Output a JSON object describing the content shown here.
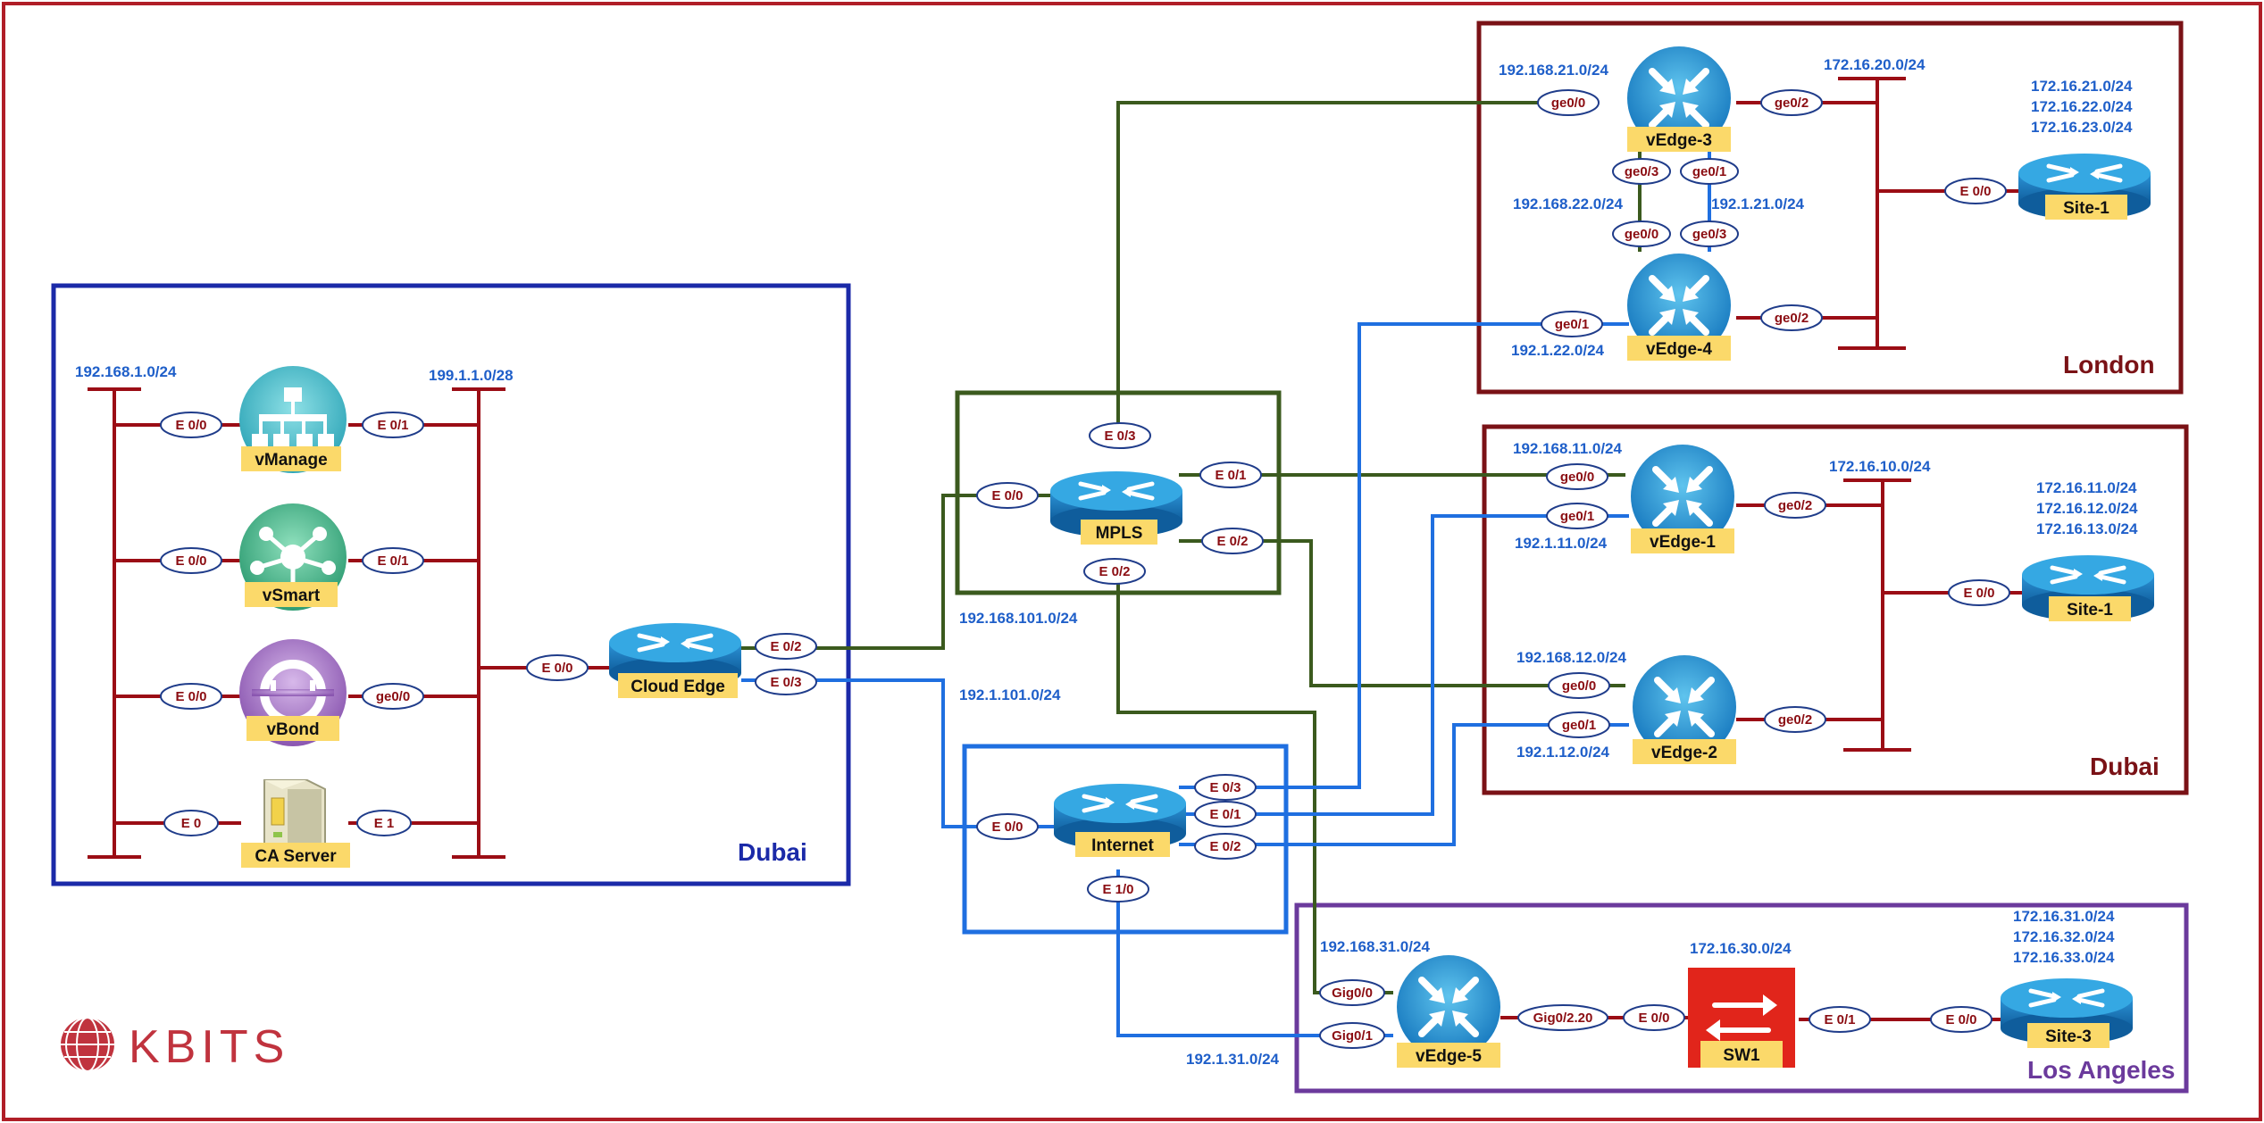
{
  "regions": {
    "dubai_left": "Dubai",
    "london": "London",
    "dubai_right": "Dubai",
    "los_angeles": "Los Angeles"
  },
  "logo_text": "KBITS",
  "devices": {
    "vmanage": "vManage",
    "vsmart": "vSmart",
    "vbond": "vBond",
    "ca_server": "CA Server",
    "cloud_edge": "Cloud Edge",
    "mpls": "MPLS",
    "internet": "Internet",
    "vedge3": "vEdge-3",
    "vedge4": "vEdge-4",
    "site1_london": "Site-1",
    "vedge1": "vEdge-1",
    "vedge2": "vEdge-2",
    "site1_dubai": "Site-1",
    "vedge5": "vEdge-5",
    "sw1": "SW1",
    "site3": "Site-3"
  },
  "subnets": {
    "s_192_168_1": "192.168.1.0/24",
    "s_199_1_1": "199.1.1.0/28",
    "s_192_168_101": "192.168.101.0/24",
    "s_192_1_101": "192.1.101.0/24",
    "s_192_168_21": "192.168.21.0/24",
    "s_172_16_20": "172.16.20.0/24",
    "s_172_16_21": "172.16.21.0/24",
    "s_172_16_22": "172.16.22.0/24",
    "s_172_16_23": "172.16.23.0/24",
    "s_192_168_22": "192.168.22.0/24",
    "s_192_1_21": "192.1.21.0/24",
    "s_192_1_22": "192.1.22.0/24",
    "s_192_168_11": "192.168.11.0/24",
    "s_172_16_10": "172.16.10.0/24",
    "s_172_16_11": "172.16.11.0/24",
    "s_172_16_12": "172.16.12.0/24",
    "s_172_16_13": "172.16.13.0/24",
    "s_192_1_11": "192.1.11.0/24",
    "s_192_168_12": "192.168.12.0/24",
    "s_192_1_12": "192.1.12.0/24",
    "s_192_168_31": "192.168.31.0/24",
    "s_172_16_30": "172.16.30.0/24",
    "s_172_16_31": "172.16.31.0/24",
    "s_172_16_32": "172.16.32.0/24",
    "s_172_16_33": "172.16.33.0/24",
    "s_192_1_31": "192.1.31.0/24"
  },
  "interfaces": {
    "vmanage_l": "E 0/0",
    "vmanage_r": "E 0/1",
    "vsmart_l": "E 0/0",
    "vsmart_r": "E 0/1",
    "vbond_l": "E 0/0",
    "vbond_r": "ge0/0",
    "ca_l": "E 0",
    "ca_r": "E 1",
    "ce_l": "E 0/0",
    "ce_e02": "E 0/2",
    "ce_e03": "E 0/3",
    "mpls_e00": "E 0/0",
    "mpls_e03": "E 0/3",
    "mpls_e01": "E 0/1",
    "mpls_e02r": "E 0/2",
    "mpls_e02b": "E 0/2",
    "inet_e00": "E 0/0",
    "inet_e03": "E 0/3",
    "inet_e01": "E 0/1",
    "inet_e02": "E 0/2",
    "inet_e10": "E 1/0",
    "v3_ge00": "ge0/0",
    "v3_ge02": "ge0/2",
    "v3_ge03": "ge0/3",
    "v3_ge01": "ge0/1",
    "v4_ge00": "ge0/0",
    "v4_ge03": "ge0/3",
    "v4_ge01": "ge0/1",
    "v4_ge02": "ge0/2",
    "site1l_e00": "E 0/0",
    "v1_ge00": "ge0/0",
    "v1_ge01": "ge0/1",
    "v1_ge02": "ge0/2",
    "v2_ge00": "ge0/0",
    "v2_ge01": "ge0/1",
    "v2_ge02": "ge0/2",
    "site1d_e00": "E 0/0",
    "v5_gig00": "Gig0/0",
    "v5_gig01": "Gig0/1",
    "v5_gig0220": "Gig0/2.20",
    "sw1_e00": "E 0/0",
    "sw1_e01": "E 0/1",
    "site3_e00": "E 0/0"
  },
  "colors": {
    "outer_border": "#b01e27",
    "dubai_left_box": "#1b2aa8",
    "london_box": "#7a1216",
    "dubai_right_box": "#7a1216",
    "la_box": "#6b3a9c",
    "mpls_box": "#3b5a1e",
    "internet_box": "#1f6fe0",
    "mpls_link": "#3b5a1e",
    "internet_link": "#1f6fe0",
    "lan_link": "#9b0d15",
    "router_blue": "#1a7fc4",
    "label_yellow": "#fbd96a"
  },
  "icons": [
    "router-icon",
    "vmanage-icon",
    "vsmart-icon",
    "vbond-icon",
    "server-icon",
    "switch-icon",
    "vedge-icon",
    "logo-globe-icon"
  ]
}
